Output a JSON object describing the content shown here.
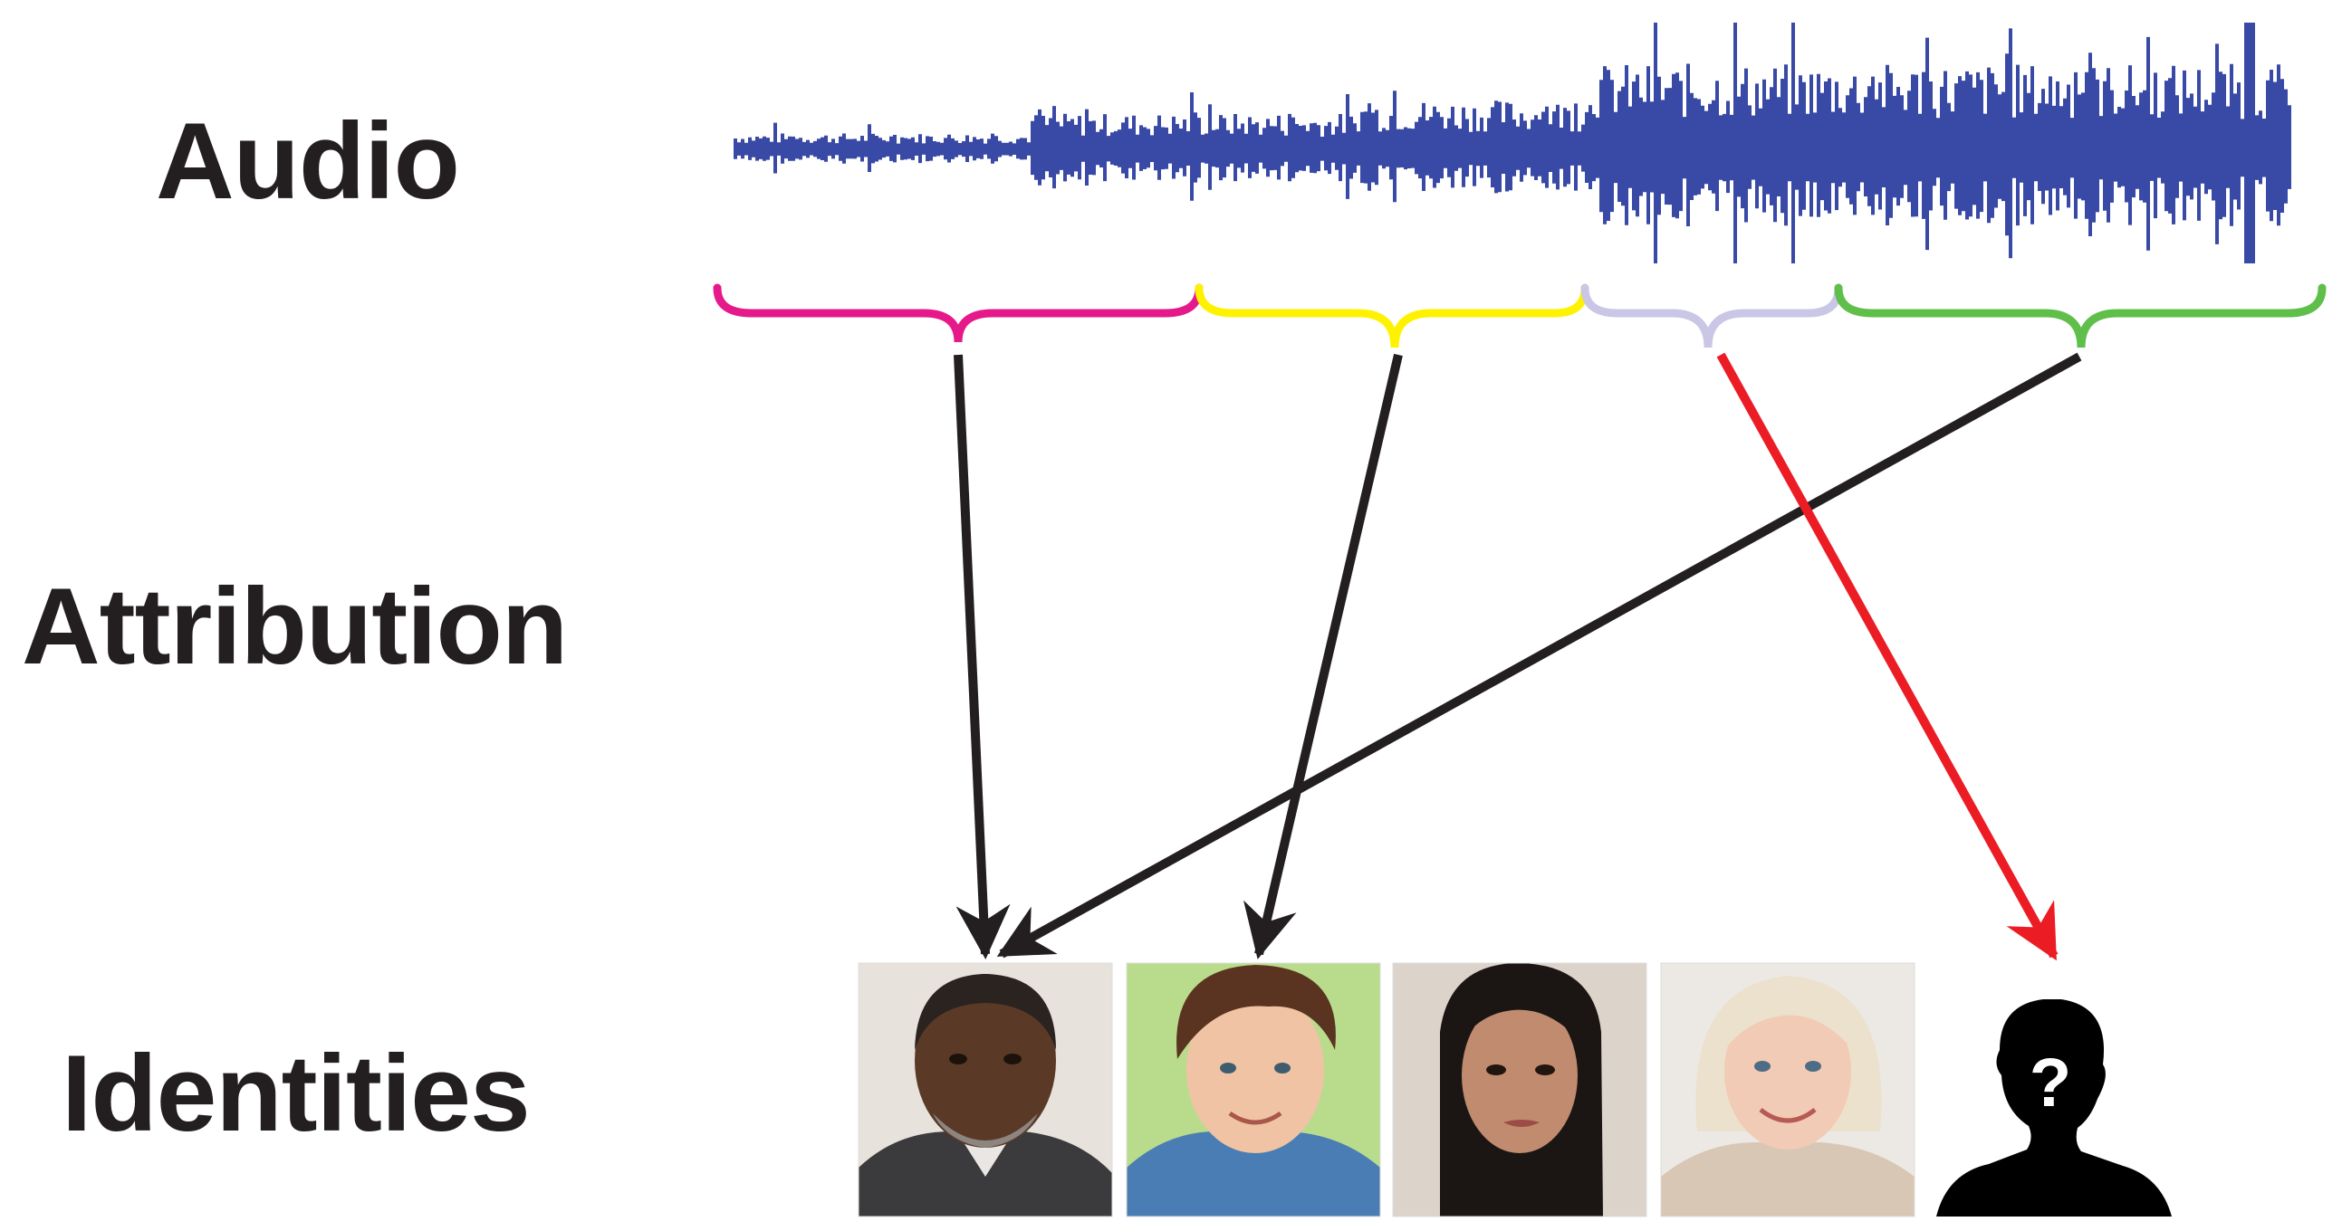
{
  "labels": {
    "audio": "Audio",
    "attribution": "Attribution",
    "identities": "Identities"
  },
  "colors": {
    "text": "#231f20",
    "waveform": "#3949a6",
    "segment_1": "#e6198a",
    "segment_2": "#fff200",
    "segment_3": "#c9c6e6",
    "segment_4": "#5fbf4a",
    "arrow_known": "#231f20",
    "arrow_unknown": "#ec1c24"
  },
  "segments": [
    {
      "id": "segment-1",
      "color_key": "segment_1",
      "target": "identity-1"
    },
    {
      "id": "segment-2",
      "color_key": "segment_2",
      "target": "identity-2"
    },
    {
      "id": "segment-3",
      "color_key": "segment_3",
      "target": "unknown-identity"
    },
    {
      "id": "segment-4",
      "color_key": "segment_4",
      "target": "identity-1"
    }
  ],
  "identities": [
    {
      "id": "identity-1",
      "description_icon": "older-man-portrait"
    },
    {
      "id": "identity-2",
      "description_icon": "young-man-portrait"
    },
    {
      "id": "identity-3",
      "description_icon": "dark-haired-woman-portrait"
    },
    {
      "id": "identity-4",
      "description_icon": "blonde-woman-portrait"
    },
    {
      "id": "unknown-identity",
      "description_icon": "silhouette-question-icon"
    }
  ]
}
